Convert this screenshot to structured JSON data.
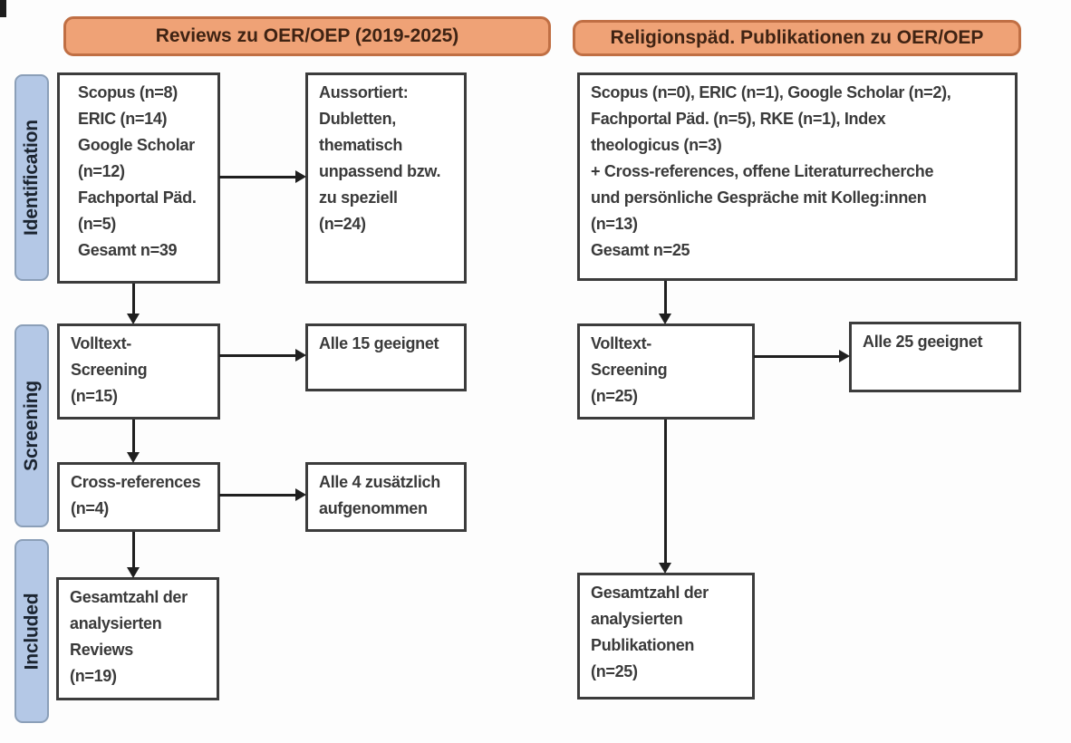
{
  "colors": {
    "header-fill": "#efa276",
    "header-border": "#c06f44",
    "header-text": "#3f2313",
    "stage-fill": "#b4c8e6",
    "stage-border": "#8b9fb8",
    "stage-text": "#1b2430",
    "box-border": "#3c3c3c",
    "box-text": "#3a3a3a",
    "arrow": "#1f1f1f"
  },
  "headers": {
    "left": "Reviews zu OER/OEP (2019-2025)",
    "right": "Religionspäd. Publikationen zu OER/OEP"
  },
  "stages": {
    "identification": "Identification",
    "screening": "Screening",
    "included": "Included"
  },
  "left_flow": {
    "sources": "Scopus (n=8)\nERIC (n=14)\nGoogle Scholar\n(n=12)\nFachportal Päd.\n(n=5)\nGesamt n=39",
    "excluded": "Aussortiert:\nDubletten,\nthematisch\nunpassend bzw.\nzu speziell\n(n=24)",
    "fulltext": "Volltext-\nScreening\n(n=15)",
    "fulltext_result": "Alle 15 geeignet",
    "crossref": "Cross-references\n(n=4)",
    "crossref_result": "Alle 4 zusätzlich\naufgenommen",
    "included": "Gesamtzahl der\nanalysierten\nReviews\n(n=19)"
  },
  "right_flow": {
    "sources": "Scopus (n=0), ERIC (n=1), Google Scholar (n=2),\nFachportal Päd. (n=5), RKE (n=1), Index\ntheologicus (n=3)\n+ Cross-references, offene Literaturrecherche\nund persönliche Gespräche mit Kolleg:innen\n(n=13)\nGesamt n=25",
    "fulltext": "Volltext-\nScreening\n(n=25)",
    "fulltext_result": "Alle 25 geeignet",
    "included": "Gesamtzahl der\nanalysierten\nPublikationen\n(n=25)"
  }
}
